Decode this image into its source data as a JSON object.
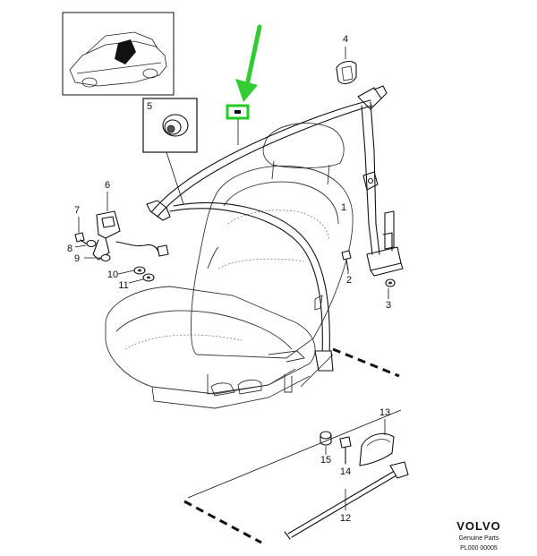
{
  "callouts": {
    "c1": "1",
    "c2": "2",
    "c3": "3",
    "c4": "4",
    "c5": "5",
    "c6": "6",
    "c7": "7",
    "c8": "8",
    "c9": "9",
    "c10": "10",
    "c11": "11",
    "c12": "12",
    "c13": "13",
    "c14": "14",
    "c15": "15"
  },
  "brand": {
    "name": "VOLVO",
    "subtitle": "Genuine Parts",
    "code": "PL000 00005"
  },
  "colors": {
    "highlight_arrow": "#33cc33",
    "highlight_marker": "#22cc22",
    "line": "#111111"
  },
  "icons": {
    "highlight": "green-arrow-icon",
    "car_thumbnail": "car-thumbnail-icon"
  }
}
